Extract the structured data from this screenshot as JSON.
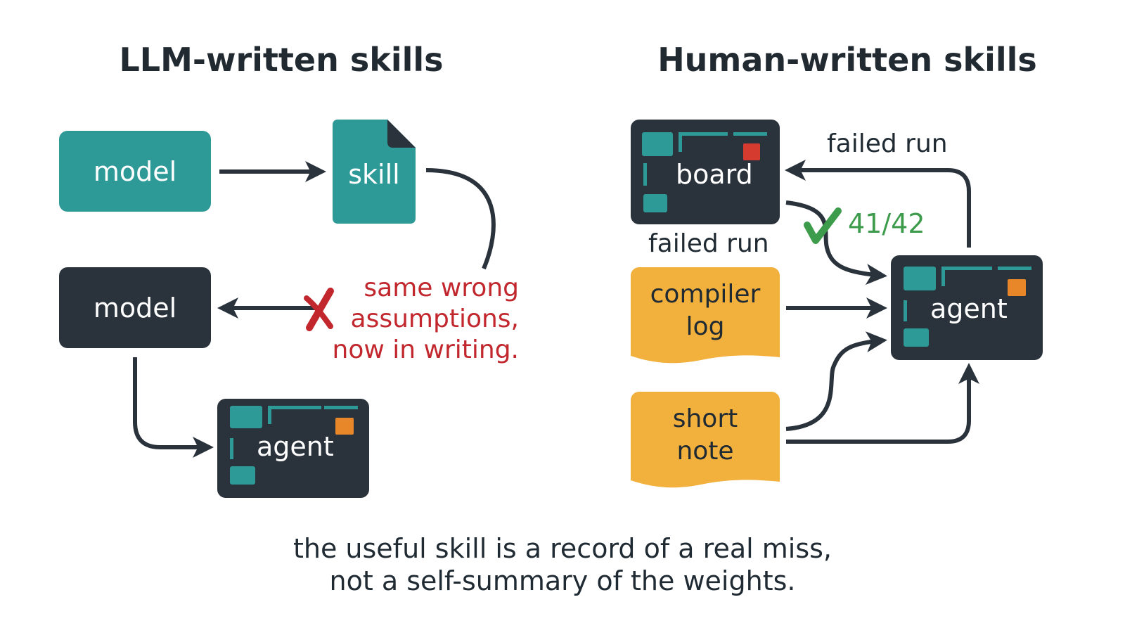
{
  "left": {
    "title": "LLM-written skills",
    "model_top_label": "model",
    "skill_label": "skill",
    "model_bottom_label": "model",
    "agent_label": "agent",
    "failure_text": [
      "same wrong",
      "assumptions,",
      "now in writing."
    ]
  },
  "right": {
    "title": "Human-written skills",
    "board_label": "board",
    "failed_run_top": "failed run",
    "failed_run_below_board": "failed run",
    "score": "41/42",
    "compiler_log_lines": [
      "compiler",
      "log"
    ],
    "short_note_lines": [
      "short",
      "note"
    ],
    "agent_label": "agent"
  },
  "caption_lines": [
    "the useful skill is a record of a real miss,",
    "not a self-summary of the weights."
  ],
  "colors": {
    "teal": "#2e9a98",
    "dark": "#2a323c",
    "note_yellow": "#f2b03d",
    "error_red": "#c1272d",
    "success_green": "#3d9c4b",
    "accent_orange": "#e8862a",
    "accent_red": "#d63b30"
  },
  "icons": {
    "error": "x-mark-icon",
    "success": "check-mark-icon",
    "document": "file-icon"
  }
}
